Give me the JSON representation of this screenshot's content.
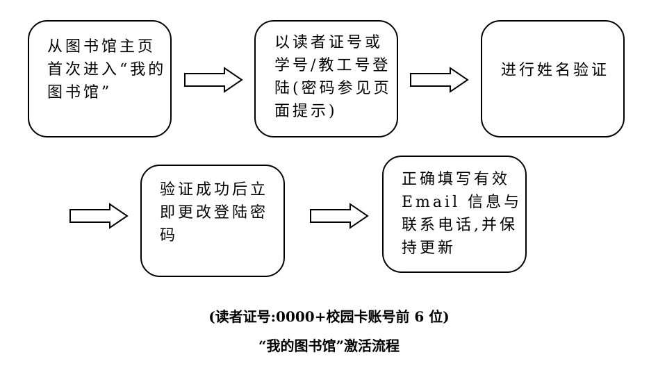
{
  "steps": [
    {
      "text": "从图书馆主页\n首次进入“我的\n图书馆”"
    },
    {
      "text": "以读者证号或\n学号/教工号登\n陆(密码参见页\n面提示)"
    },
    {
      "text": "进行姓名验证"
    },
    {
      "text": "验证成功后立\n即更改登陆密\n码"
    },
    {
      "text": "正确填写有效\nEmail 信息与\n联系电话,并保\n持更新"
    }
  ],
  "caption": {
    "note": "(读者证号:0000+校园卡账号前 6 位)",
    "title": "“我的图书馆”激活流程"
  }
}
